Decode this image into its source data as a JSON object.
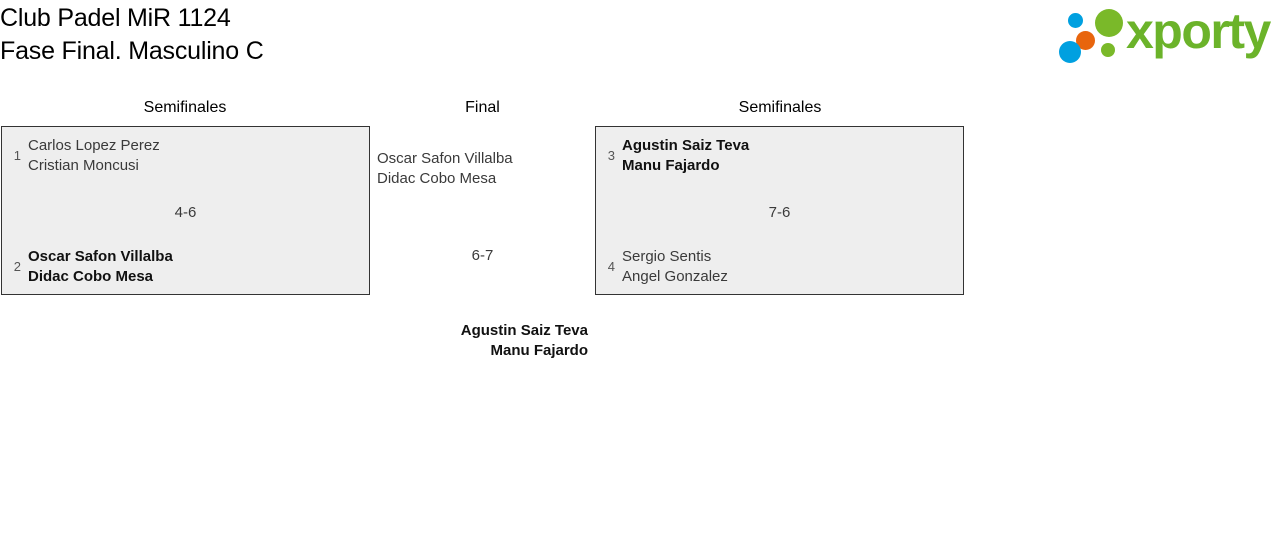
{
  "header": {
    "title_line1": "Club Padel MiR 1124",
    "title_line2": "Fase Final. Masculino C",
    "logo": {
      "wordmark": "xporty",
      "colors": {
        "green": "#7ab929",
        "blue": "#00a0e0",
        "orange": "#e8650d",
        "word_green": "#6bb32a"
      }
    }
  },
  "bracket": {
    "rounds": [
      {
        "label": "Semifinales",
        "position": "left"
      },
      {
        "label": "Final",
        "position": "center"
      },
      {
        "label": "Semifinales",
        "position": "right"
      }
    ],
    "match_left": {
      "top": {
        "seed": "1",
        "player1": "Carlos Lopez Perez",
        "player2": "Cristian Moncusi",
        "winner": false
      },
      "bottom": {
        "seed": "2",
        "player1": "Oscar Safon Villalba",
        "player2": "Didac Cobo Mesa",
        "winner": true
      },
      "score": "4-6"
    },
    "match_right": {
      "top": {
        "seed": "3",
        "player1": "Agustin Saiz Teva",
        "player2": "Manu Fajardo",
        "winner": true
      },
      "bottom": {
        "seed": "4",
        "player1": "Sergio Sentis",
        "player2": "Angel Gonzalez",
        "winner": false
      },
      "score": "7-6"
    },
    "match_final": {
      "entrant": {
        "player1": "Oscar Safon Villalba",
        "player2": "Didac Cobo Mesa",
        "winner": false
      },
      "score": "6-7",
      "champion": {
        "player1": "Agustin Saiz Teva",
        "player2": "Manu Fajardo",
        "winner": true
      }
    }
  }
}
